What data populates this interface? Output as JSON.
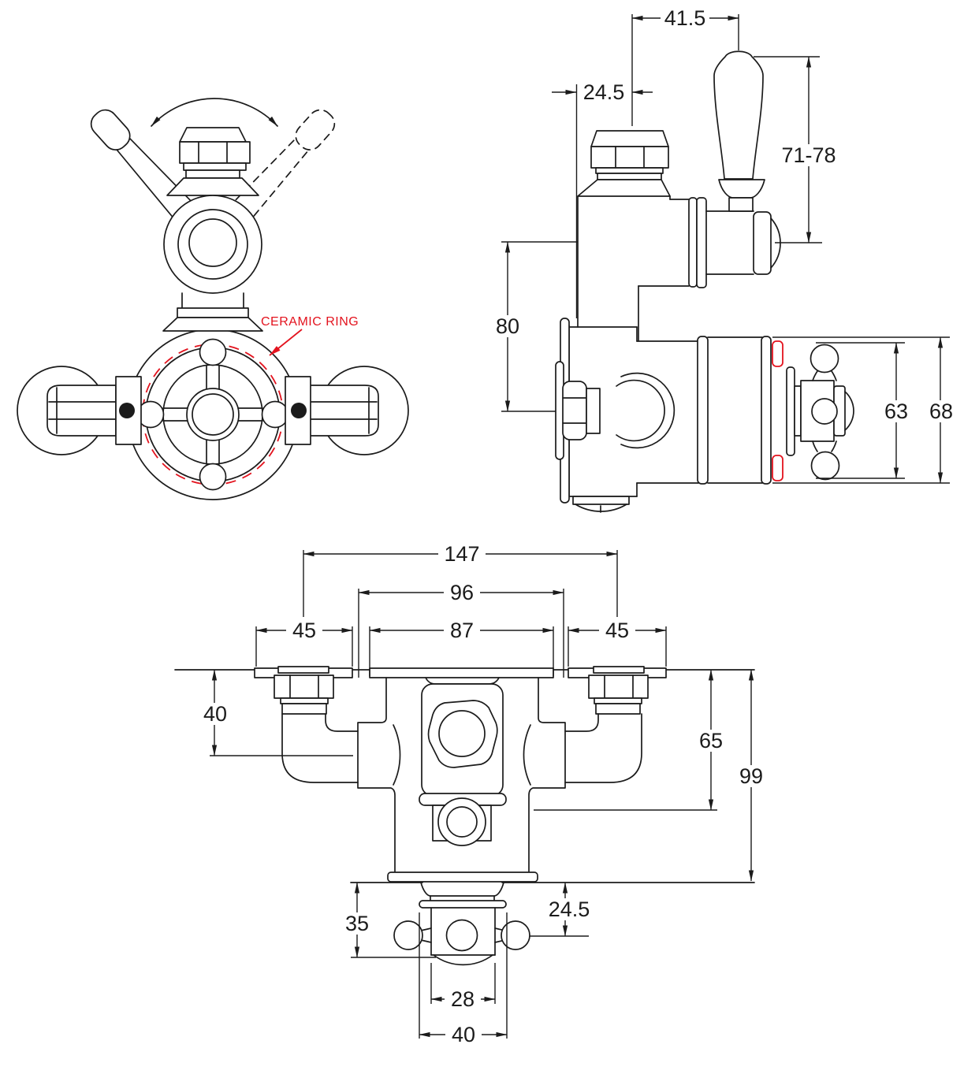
{
  "drawing": {
    "type": "technical-drawing",
    "subject": "Twin thermostatic shower valve - dimensioned engineering views",
    "colors": {
      "line": "#1b1b1b",
      "accent_red": "#e3131e",
      "background": "#ffffff"
    },
    "annotations": {
      "ceramic_ring": "CERAMIC RING"
    },
    "views": {
      "side": {
        "dims": {
          "w41_5": "41.5",
          "w24_5": "24.5",
          "h71_78": "71-78",
          "h80": "80",
          "h63": "63",
          "h68": "68"
        }
      },
      "rear": {
        "dims": {
          "w147": "147",
          "w96": "96",
          "w87": "87",
          "w45l": "45",
          "w45r": "45",
          "h40": "40",
          "h65": "65",
          "h99": "99",
          "h35": "35",
          "h24_5": "24.5",
          "w28": "28",
          "w40": "40"
        }
      }
    }
  }
}
